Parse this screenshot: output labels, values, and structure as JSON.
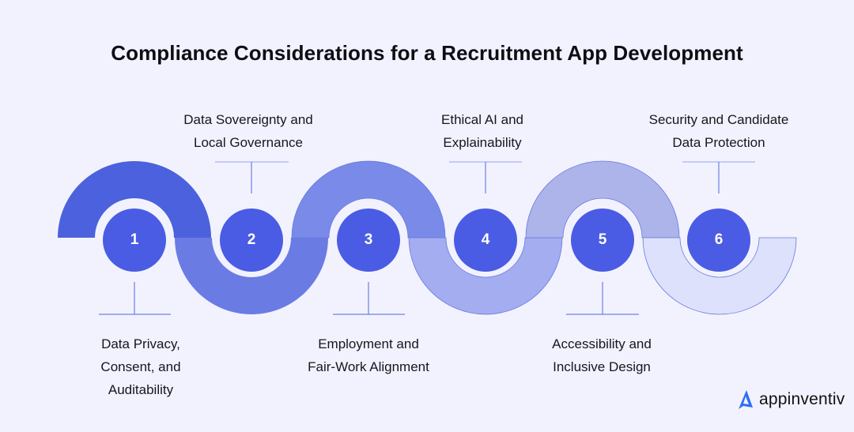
{
  "title": "Compliance Considerations for a Recruitment App Development",
  "colors": {
    "background": "#f2f2fe",
    "circle": "#4a5ce4",
    "segment_1": "#4b61dd",
    "segment_2": "#6b7be4",
    "segment_3": "#7a8ae8",
    "segment_4": "#a3adf0",
    "segment_5": "#adb4ea",
    "segment_6": "#dde1fb",
    "connector": "#6e7fe6"
  },
  "steps": [
    {
      "number": "1",
      "label_lines": [
        "Data Privacy,",
        "Consent, and",
        "Auditability"
      ],
      "position": "bottom"
    },
    {
      "number": "2",
      "label_lines": [
        "Data Sovereignty and",
        "Local Governance"
      ],
      "position": "top"
    },
    {
      "number": "3",
      "label_lines": [
        "Employment and",
        "Fair-Work Alignment"
      ],
      "position": "bottom"
    },
    {
      "number": "4",
      "label_lines": [
        "Ethical AI and",
        "Explainability"
      ],
      "position": "top"
    },
    {
      "number": "5",
      "label_lines": [
        "Accessibility and",
        "Inclusive Design"
      ],
      "position": "bottom"
    },
    {
      "number": "6",
      "label_lines": [
        "Security and Candidate",
        "Data Protection"
      ],
      "position": "top"
    }
  ],
  "logo": {
    "text": "appinventiv",
    "icon": "appinventiv-a-icon"
  }
}
